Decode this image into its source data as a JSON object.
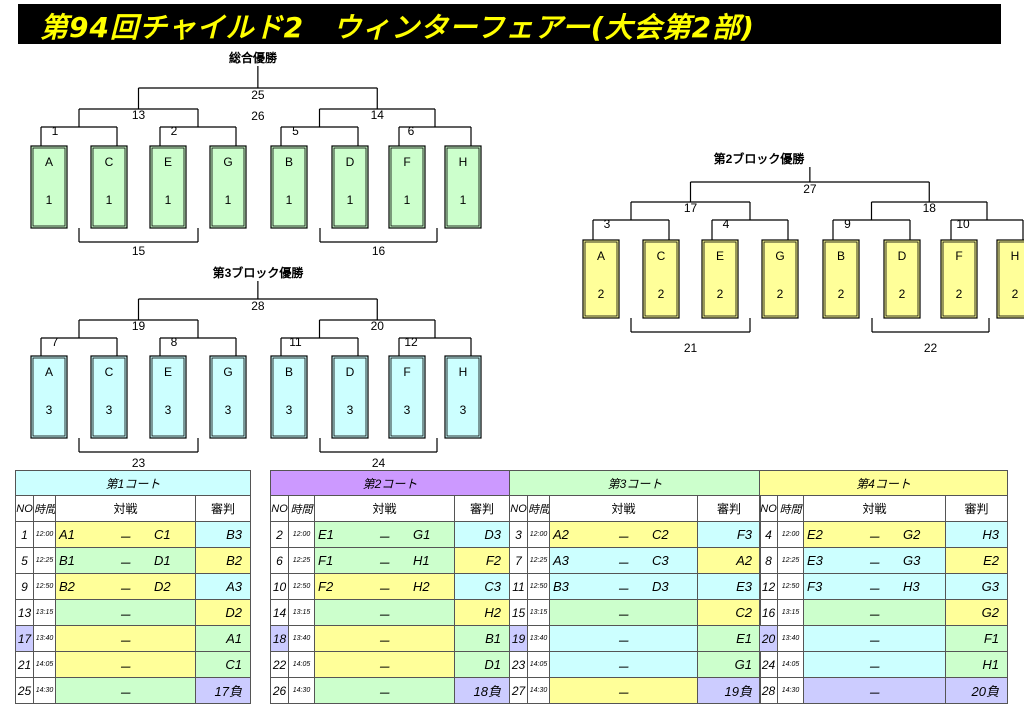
{
  "title": "第94回チャイルド2　ウィンターフェアー(大会第2部)",
  "colors": {
    "block1": "#ccffcc",
    "block2": "#ffff99",
    "block3": "#ccffff",
    "court1_header": "#ccffff",
    "court2_header": "#cc99ff",
    "court3_header": "#ccffcc",
    "court4_header": "#ffff99",
    "row_green": "#ccffcc",
    "row_yellow": "#ffff99",
    "row_cyan": "#ccffff",
    "row_lavender": "#ccccff"
  },
  "brackets": [
    {
      "title": "総合優勝",
      "color": "#ccffcc",
      "teams": [
        "A",
        "C",
        "E",
        "G",
        "B",
        "D",
        "F",
        "H"
      ],
      "seed": "1",
      "r1": [
        "1",
        "2",
        "5",
        "6"
      ],
      "semis": [
        "13",
        "14"
      ],
      "final": "25",
      "third": "26",
      "cons": [
        "15",
        "16"
      ]
    },
    {
      "title": "第2ブロック優勝",
      "color": "#ffff99",
      "teams": [
        "A",
        "C",
        "E",
        "G",
        "B",
        "D",
        "F",
        "H"
      ],
      "seed": "2",
      "r1": [
        "3",
        "4",
        "9",
        "10"
      ],
      "semis": [
        "17",
        "18"
      ],
      "final": "27",
      "cons": [
        "21",
        "22"
      ]
    },
    {
      "title": "第3ブロック優勝",
      "color": "#ccffff",
      "teams": [
        "A",
        "C",
        "E",
        "G",
        "B",
        "D",
        "F",
        "H"
      ],
      "seed": "3",
      "r1": [
        "7",
        "8",
        "11",
        "12"
      ],
      "semis": [
        "19",
        "20"
      ],
      "final": "28",
      "cons": [
        "23",
        "24"
      ]
    }
  ],
  "schedule": {
    "headers": {
      "no": "NO",
      "time": "時間",
      "match": "対戦",
      "ref": "審判"
    },
    "vs": "－",
    "courts": [
      {
        "name": "第1コート",
        "header_color": "#ccffff",
        "rows": [
          {
            "no": "1",
            "time": "12:00",
            "a": "A1",
            "b": "C1",
            "ref": "B3",
            "color": "#ffff99",
            "ref_color": "#ccffff"
          },
          {
            "no": "5",
            "time": "12:25",
            "a": "B1",
            "b": "D1",
            "ref": "B2",
            "color": "#ccffcc",
            "ref_color": "#ffff99"
          },
          {
            "no": "9",
            "time": "12:50",
            "a": "B2",
            "b": "D2",
            "ref": "A3",
            "color": "#ffff99",
            "ref_color": "#ccffff"
          },
          {
            "no": "13",
            "time": "13:15",
            "a": "",
            "b": "",
            "ref": "D2",
            "color": "#ccffcc",
            "ref_color": "#ffff99"
          },
          {
            "no": "17",
            "time": "13:40",
            "a": "",
            "b": "",
            "ref": "A1",
            "color": "#ffff99",
            "ref_color": "#ccffcc",
            "no_color": "#ccccff"
          },
          {
            "no": "21",
            "time": "14:05",
            "a": "",
            "b": "",
            "ref": "C1",
            "color": "#ffff99",
            "ref_color": "#ccffcc"
          },
          {
            "no": "25",
            "time": "14:30",
            "a": "",
            "b": "",
            "ref": "17負",
            "color": "#ccffcc",
            "ref_color": "#ccccff"
          }
        ]
      },
      {
        "name": "第2コート",
        "header_color": "#cc99ff",
        "rows": [
          {
            "no": "2",
            "time": "12:00",
            "a": "E1",
            "b": "G1",
            "ref": "D3",
            "color": "#ccffcc",
            "ref_color": "#ccffff"
          },
          {
            "no": "6",
            "time": "12:25",
            "a": "F1",
            "b": "H1",
            "ref": "F2",
            "color": "#ccffcc",
            "ref_color": "#ffff99"
          },
          {
            "no": "10",
            "time": "12:50",
            "a": "F2",
            "b": "H2",
            "ref": "C3",
            "color": "#ffff99",
            "ref_color": "#ccffff"
          },
          {
            "no": "14",
            "time": "13:15",
            "a": "",
            "b": "",
            "ref": "H2",
            "color": "#ccffcc",
            "ref_color": "#ffff99"
          },
          {
            "no": "18",
            "time": "13:40",
            "a": "",
            "b": "",
            "ref": "B1",
            "color": "#ffff99",
            "ref_color": "#ccffcc",
            "no_color": "#ccccff"
          },
          {
            "no": "22",
            "time": "14:05",
            "a": "",
            "b": "",
            "ref": "D1",
            "color": "#ffff99",
            "ref_color": "#ccffcc"
          },
          {
            "no": "26",
            "time": "14:30",
            "a": "",
            "b": "",
            "ref": "18負",
            "color": "#ccffcc",
            "ref_color": "#ccccff"
          }
        ]
      },
      {
        "name": "第3コート",
        "header_color": "#ccffcc",
        "rows": [
          {
            "no": "3",
            "time": "12:00",
            "a": "A2",
            "b": "C2",
            "ref": "F3",
            "color": "#ffff99",
            "ref_color": "#ccffff"
          },
          {
            "no": "7",
            "time": "12:25",
            "a": "A3",
            "b": "C3",
            "ref": "A2",
            "color": "#ccffff",
            "ref_color": "#ffff99"
          },
          {
            "no": "11",
            "time": "12:50",
            "a": "B3",
            "b": "D3",
            "ref": "E3",
            "color": "#ccffff",
            "ref_color": "#ccffff"
          },
          {
            "no": "15",
            "time": "13:15",
            "a": "",
            "b": "",
            "ref": "C2",
            "color": "#ccffcc",
            "ref_color": "#ffff99"
          },
          {
            "no": "19",
            "time": "13:40",
            "a": "",
            "b": "",
            "ref": "E1",
            "color": "#ccffff",
            "ref_color": "#ccffcc",
            "no_color": "#ccccff"
          },
          {
            "no": "23",
            "time": "14:05",
            "a": "",
            "b": "",
            "ref": "G1",
            "color": "#ccffff",
            "ref_color": "#ccffcc"
          },
          {
            "no": "27",
            "time": "14:30",
            "a": "",
            "b": "",
            "ref": "19負",
            "color": "#ffff99",
            "ref_color": "#ccccff"
          }
        ]
      },
      {
        "name": "第4コート",
        "header_color": "#ffff99",
        "rows": [
          {
            "no": "4",
            "time": "12:00",
            "a": "E2",
            "b": "G2",
            "ref": "H3",
            "color": "#ffff99",
            "ref_color": "#ccffff"
          },
          {
            "no": "8",
            "time": "12:25",
            "a": "E3",
            "b": "G3",
            "ref": "E2",
            "color": "#ccffff",
            "ref_color": "#ffff99"
          },
          {
            "no": "12",
            "time": "12:50",
            "a": "F3",
            "b": "H3",
            "ref": "G3",
            "color": "#ccffff",
            "ref_color": "#ccffff"
          },
          {
            "no": "16",
            "time": "13:15",
            "a": "",
            "b": "",
            "ref": "G2",
            "color": "#ccffcc",
            "ref_color": "#ffff99"
          },
          {
            "no": "20",
            "time": "13:40",
            "a": "",
            "b": "",
            "ref": "F1",
            "color": "#ccffff",
            "ref_color": "#ccffcc",
            "no_color": "#ccccff"
          },
          {
            "no": "24",
            "time": "14:05",
            "a": "",
            "b": "",
            "ref": "H1",
            "color": "#ccffff",
            "ref_color": "#ccffcc"
          },
          {
            "no": "28",
            "time": "14:30",
            "a": "",
            "b": "",
            "ref": "20負",
            "color": "#ccccff",
            "ref_color": "#ccccff"
          }
        ]
      }
    ]
  }
}
